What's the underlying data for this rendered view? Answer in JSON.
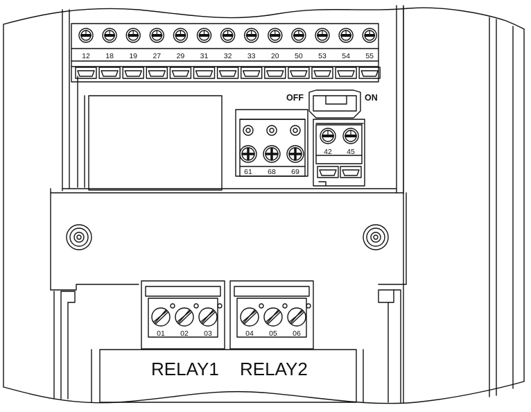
{
  "top_terminal_block": {
    "terminals": [
      "12",
      "18",
      "19",
      "27",
      "29",
      "31",
      "32",
      "33",
      "20",
      "50",
      "53",
      "54",
      "55"
    ]
  },
  "dip_switch": {
    "off_label": "OFF",
    "on_label": "ON"
  },
  "analog_terminal_block": {
    "terminals": [
      "61",
      "68",
      "69"
    ]
  },
  "small_terminal_block": {
    "terminals": [
      "42",
      "45"
    ]
  },
  "relay_blocks": [
    {
      "label": "RELAY1",
      "terminals": [
        "01",
        "02",
        "03"
      ]
    },
    {
      "label": "RELAY2",
      "terminals": [
        "04",
        "05",
        "06"
      ]
    }
  ],
  "colors": {
    "line": "#111111",
    "background": "#ffffff"
  }
}
